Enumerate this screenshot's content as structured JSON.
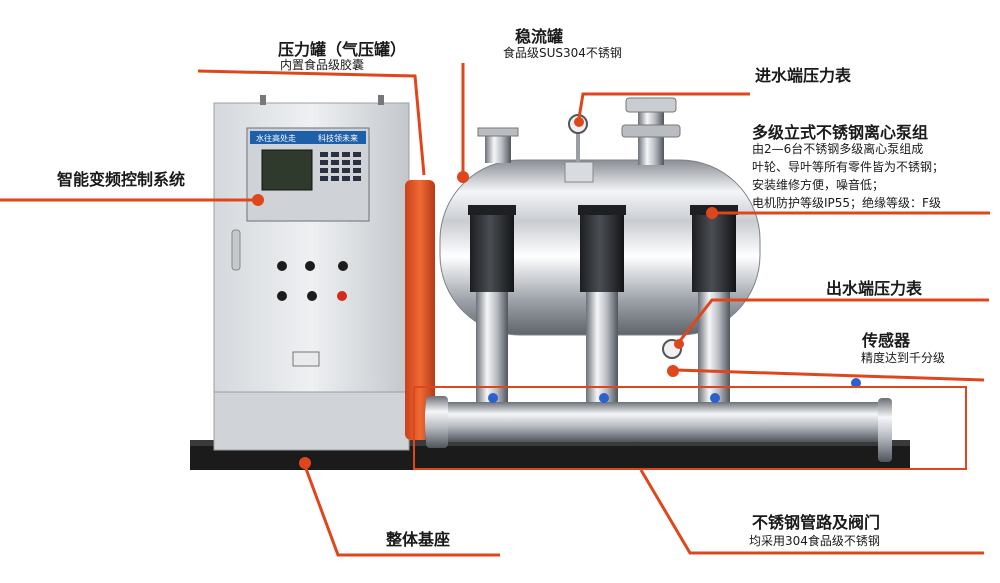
{
  "colors": {
    "leader": "#e0461c",
    "dot": "#e0461c",
    "frame": "#e0461c"
  },
  "labels": {
    "pressure_tank": {
      "title": "压力罐（气压罐）",
      "sub": "内置食品级胶囊"
    },
    "stabilizer_tank": {
      "title": "稳流罐",
      "sub": "食品级SUS304不锈钢"
    },
    "inlet_gauge": {
      "title": "进水端压力表"
    },
    "pump_group": {
      "title": "多级立式不锈钢离心泵组",
      "lines": [
        "由2—6台不锈钢多级离心泵组成",
        "叶轮、导叶等所有零件皆为不锈钢；",
        "安装维修方便，噪音低；",
        "电机防护等级IP55；绝缘等级：F级"
      ]
    },
    "control_system": {
      "title": "智能变频控制系统"
    },
    "outlet_gauge": {
      "title": "出水端压力表"
    },
    "sensor": {
      "title": "传感器",
      "sub": "精度达到千分级"
    },
    "base": {
      "title": "整体基座"
    },
    "piping": {
      "title": "不锈钢管路及阀门",
      "sub": "均采用304食品级不锈钢"
    }
  },
  "panel": {
    "banner_left": "水往高处走",
    "banner_right": "科技领未来"
  }
}
